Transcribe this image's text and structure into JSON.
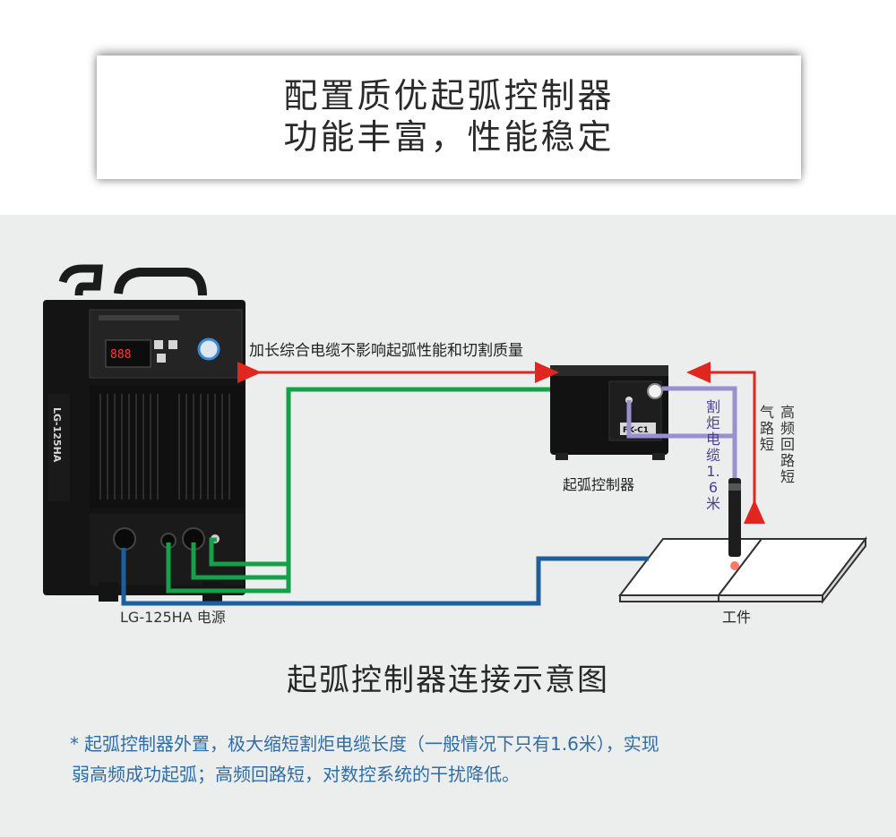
{
  "header": {
    "line1": "配置质优起弧控制器",
    "line2": "功能丰富，性能稳定"
  },
  "diagram": {
    "cable_label": "加长综合电缆不影响起弧性能和切割质量",
    "controller_label": "起弧控制器",
    "controller_badge": "FK-C1",
    "power_label": "LG-125HA 电源",
    "power_side_text": "LG-125HA",
    "torch_cable_label": "割炬电缆1.6米",
    "gas_label": "气路短",
    "hf_label": "高频回路短",
    "workpiece_label": "工件"
  },
  "caption": "起弧控制器连接示意图",
  "note": {
    "asterisk": "*",
    "line1": "起弧控制器外置，极大缩短割炬电缆长度（一般情况下只有1.6米），实现",
    "line2": "弱高频成功起弧；高频回路短，对数控系统的干扰降低。"
  },
  "colors": {
    "green_cable": "#15a04a",
    "blue_cable": "#1e5f9b",
    "purple_cable": "#9a8fcf",
    "red_arrow": "#e0261e",
    "note_text": "#2e6da6"
  }
}
